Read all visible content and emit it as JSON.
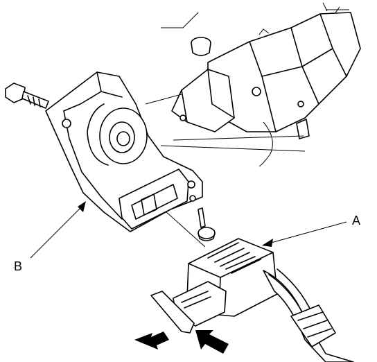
{
  "labels": {
    "a": "A",
    "b": "B"
  },
  "colors": {
    "line": "#000000",
    "background": "#ffffff"
  },
  "arrows": {
    "pull_direction": "left-down",
    "push_direction": "right-up"
  }
}
